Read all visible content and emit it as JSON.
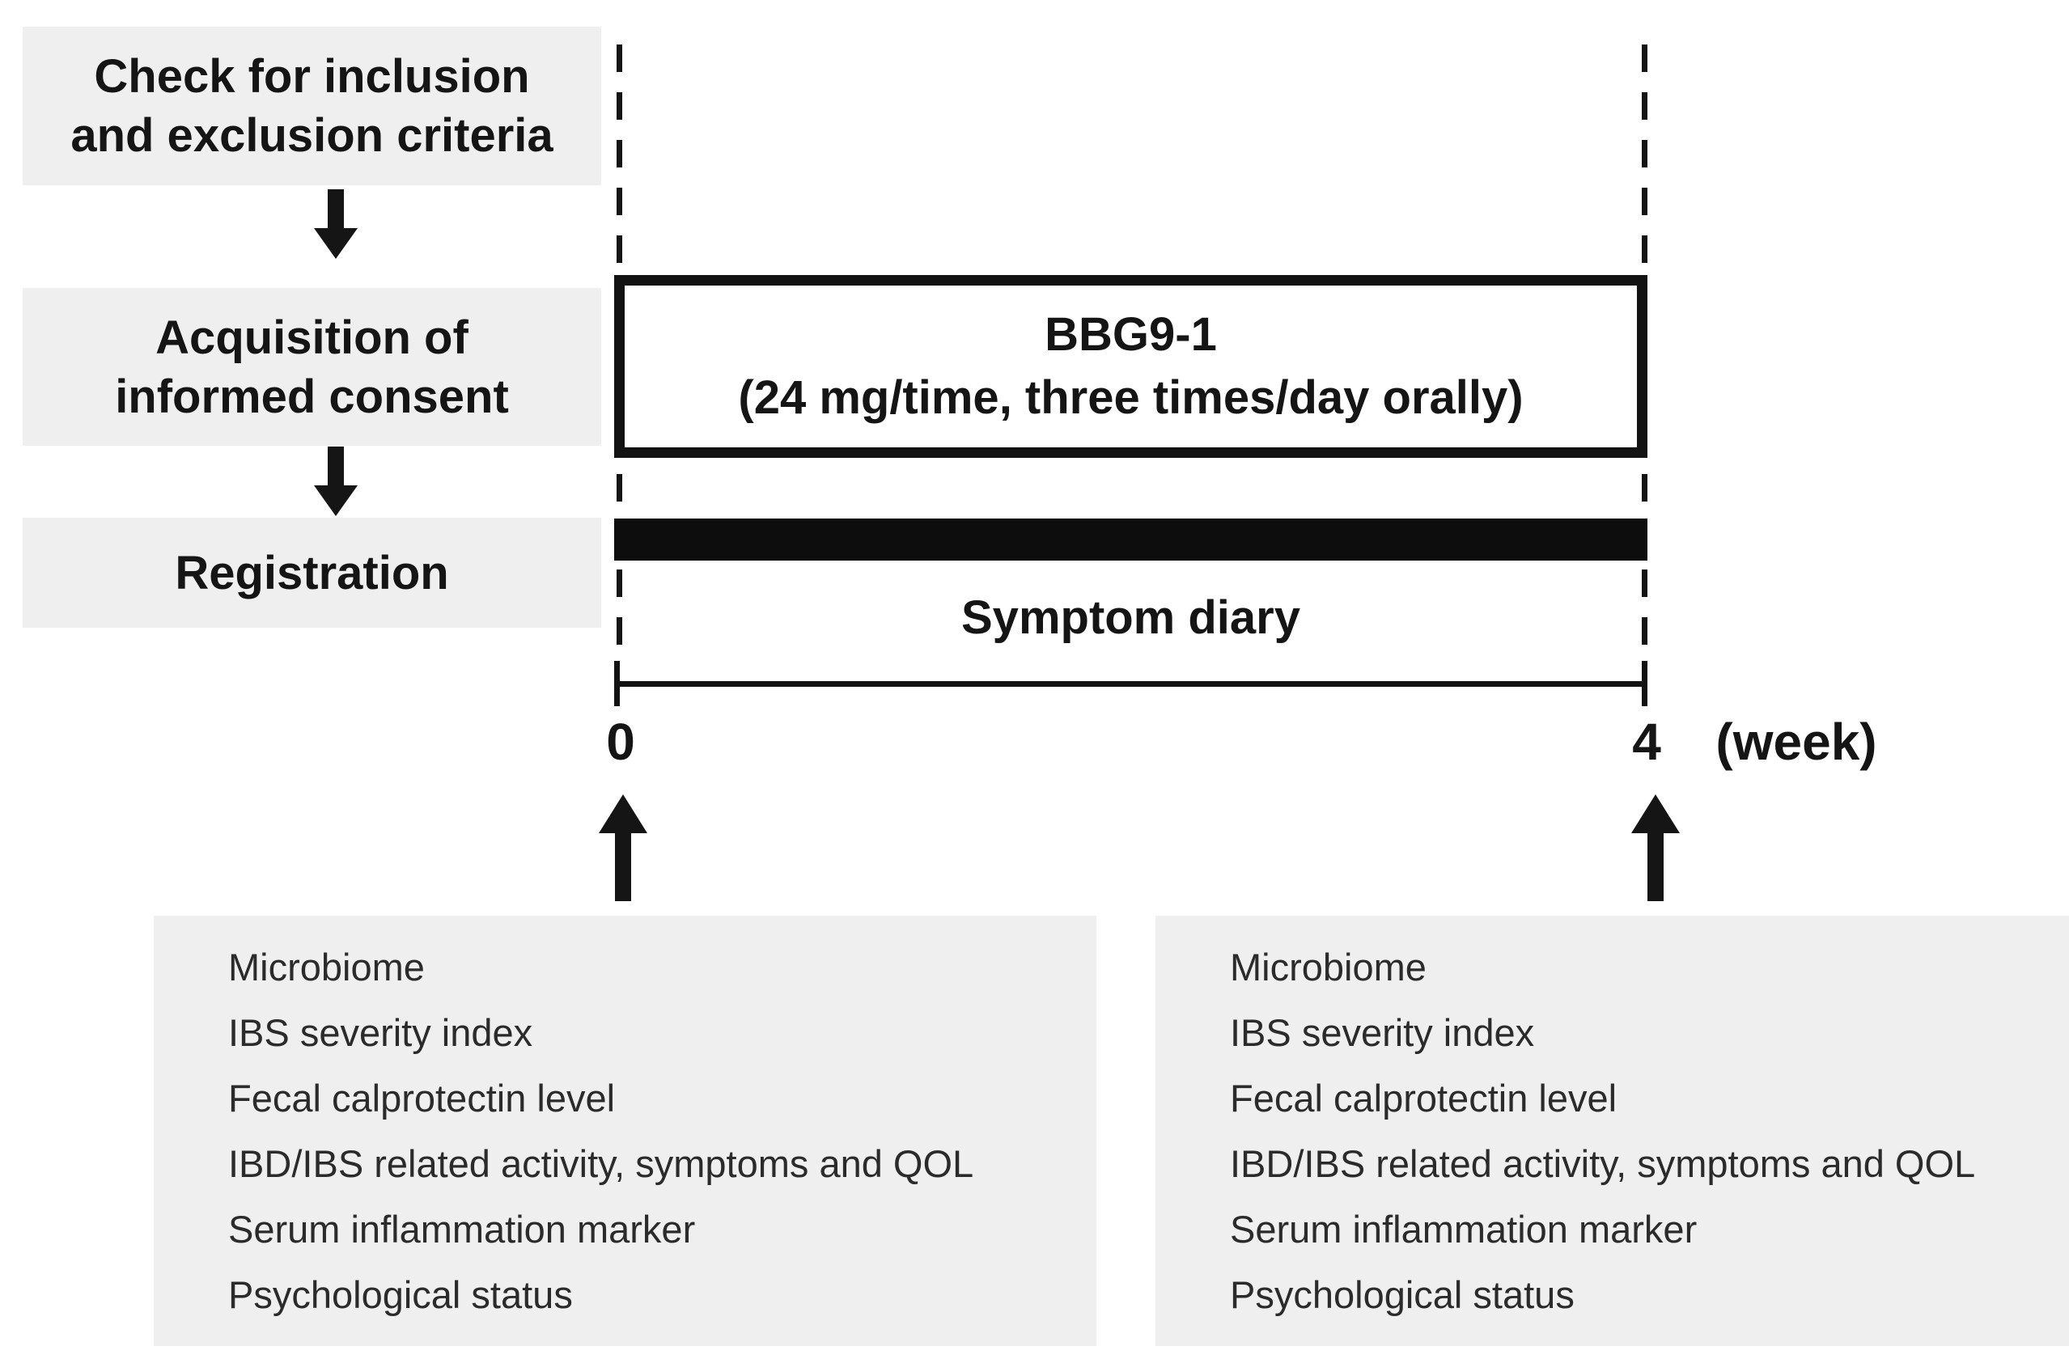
{
  "flow": {
    "step1": {
      "line1": "Check for inclusion",
      "line2": "and exclusion criteria"
    },
    "step2": {
      "line1": "Acquisition of",
      "line2": "informed consent"
    },
    "step3": {
      "label": "Registration"
    }
  },
  "timeline": {
    "treatment": {
      "line1": "BBG9-1",
      "line2": "(24 mg/time, three times/day orally)"
    },
    "diary_label": "Symptom diary",
    "axis": {
      "start_label": "0",
      "end_label": "4",
      "unit_label": "(week)"
    }
  },
  "assessments": {
    "items": [
      "Microbiome",
      "IBS severity index",
      "Fecal calprotectin level",
      "IBD/IBS related activity, symptoms and QOL",
      "Serum inflammation marker",
      "Psychological status"
    ]
  },
  "colors": {
    "box_bg": "#efeff0",
    "ink": "#151515"
  }
}
